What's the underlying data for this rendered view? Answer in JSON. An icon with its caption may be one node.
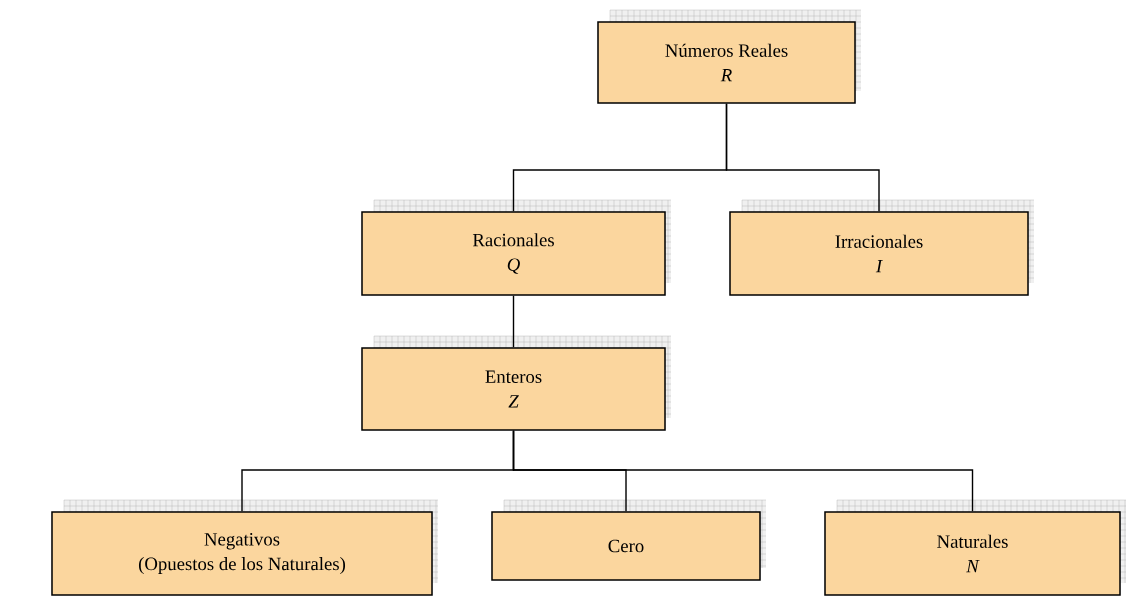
{
  "diagram": {
    "nodes": [
      {
        "text": [
          "Números Reales",
          "R"
        ]
      },
      {
        "text": [
          "Racionales",
          "Q"
        ]
      },
      {
        "text": [
          "Irracionales",
          "I"
        ]
      },
      {
        "text": [
          "Enteros",
          "Z"
        ]
      },
      {
        "text": [
          "Negativos",
          "(Opuestos de los Naturales)"
        ]
      },
      {
        "text": [
          "Cero"
        ]
      },
      {
        "text": [
          "Naturales",
          "N"
        ]
      }
    ],
    "edges": [
      {
        "from": 0,
        "to": 1,
        "arrow": "none"
      },
      {
        "from": 0,
        "to": 2,
        "arrow": "none"
      },
      {
        "from": 1,
        "to": 3,
        "arrow": "none"
      },
      {
        "from": 3,
        "to": 4,
        "arrow": "none"
      },
      {
        "from": 3,
        "to": 5,
        "arrow": "none"
      },
      {
        "from": 3,
        "to": 6,
        "arrow": "none"
      }
    ]
  }
}
